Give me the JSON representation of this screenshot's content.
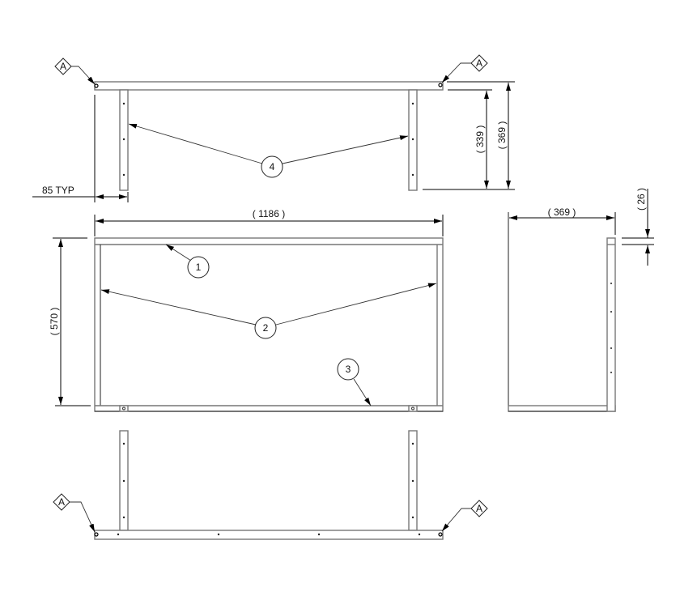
{
  "dimensions": {
    "typ_offset": "85 TYP",
    "leg_height": "( 339 )",
    "total_height": "( 369 )",
    "overall_width": "( 1186 )",
    "overall_depth": "( 570 )",
    "side_depth": "( 369 )",
    "rail_thickness": "( 26 )"
  },
  "balloons": {
    "top_rail": "1",
    "side_posts": "2",
    "bottom_rail": "3",
    "legs": "4"
  },
  "datum": {
    "label": "A"
  }
}
